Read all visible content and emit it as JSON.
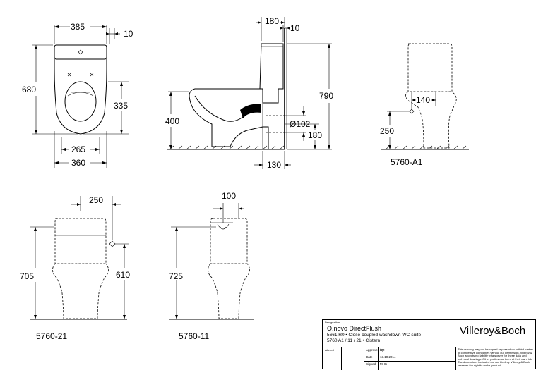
{
  "dimensions": {
    "top_385": "385",
    "top_10": "10",
    "left_680": "680",
    "right_335": "335",
    "bottom_265": "265",
    "bottom_360": "360",
    "side_180": "180",
    "side_10": "10",
    "side_790": "790",
    "side_400": "400",
    "side_102": "Ø102",
    "side_180b": "180",
    "side_130": "130",
    "a1_140": "140",
    "a1_250": "250",
    "v21_250": "250",
    "v21_705": "705",
    "v21_610": "610",
    "v11_100": "100",
    "v11_725": "725"
  },
  "views": {
    "a1_label": "5760-A1",
    "v21_label": "5760-21",
    "v11_label": "5760-11"
  },
  "title_block": {
    "designation_label": "Designation",
    "product": "O.novo DirectFlush",
    "description": "5661 R0 • Close-coupled washdown WC-suite",
    "models": "5760 A1 / 11 / 21 • Cistern",
    "brand": "Villeroy&Boch",
    "altered_label": "Altered",
    "approved_label": "Approved by",
    "approved_value": "DR",
    "date_label": "Date",
    "date_value": "13.10.2014",
    "signed_label": "Signed",
    "signed_value": "MHK",
    "notice": "This drawing may not be copied or passed on to third parties or competitive companies without our permission. Villeroy & Boch accepts no liability whatsoever for these data and technical drawings. Other parties use them at their own risk. The dimensions indicated are not binding. Villeroy & Boch reserves the right to make product"
  }
}
